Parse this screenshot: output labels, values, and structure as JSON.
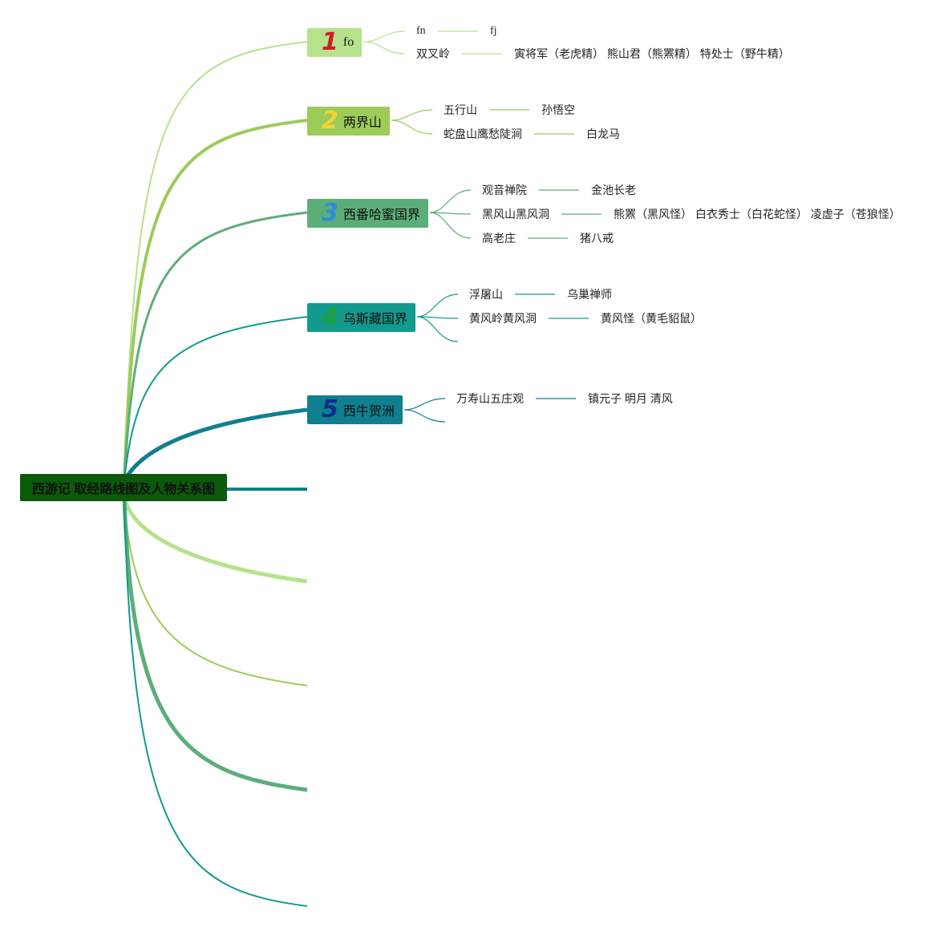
{
  "root": {
    "label": "西游记 取经路线图及人物关系图"
  },
  "colors": {
    "root_bg": "#0a5a0a",
    "branch_colors": [
      "#b6e28c",
      "#9ccb5a",
      "#5cae78",
      "#129a8e",
      "#107f8f"
    ]
  },
  "topics": [
    {
      "num": "1",
      "num_color": "#d01c28",
      "title": "fo",
      "bg": "#b6e28c",
      "rows": [
        {
          "place": "fn",
          "chars": "fj"
        },
        {
          "place": "双叉岭",
          "chars": "寅将军（老虎精） 熊山君（熊罴精） 特处士（野牛精）"
        }
      ]
    },
    {
      "num": "2",
      "num_color": "#f2d633",
      "title": "两界山",
      "bg": "#9ccb5a",
      "rows": [
        {
          "place": "五行山",
          "chars": "孙悟空"
        },
        {
          "place": "蛇盘山鹰愁陡涧",
          "chars": "白龙马"
        }
      ]
    },
    {
      "num": "3",
      "num_color": "#2b8fd6",
      "title": "西番哈蜜国界",
      "bg": "#5cae78",
      "rows": [
        {
          "place": "观音禅院",
          "chars": "金池长老"
        },
        {
          "place": "黑风山黑风洞",
          "chars": "熊罴（黑风怪） 白衣秀士（白花蛇怪） 凌虚子（苍狼怪）"
        },
        {
          "place": "高老庄",
          "chars": "猪八戒"
        }
      ]
    },
    {
      "num": "4",
      "num_color": "#1fa03a",
      "title": "乌斯藏国界",
      "bg": "#129a8e",
      "rows": [
        {
          "place": "浮屠山",
          "chars": "乌巢禅师"
        },
        {
          "place": "黄风岭黄风洞",
          "chars": "黄风怪（黄毛貂鼠）"
        },
        {
          "place": "",
          "chars": ""
        }
      ]
    },
    {
      "num": "5",
      "num_color": "#0d2f8a",
      "title": "西牛贺洲",
      "bg": "#107f8f",
      "rows": [
        {
          "place": "万寿山五庄观",
          "chars": "镇元子 明月 清风"
        },
        {
          "place": "",
          "chars": ""
        }
      ]
    }
  ]
}
